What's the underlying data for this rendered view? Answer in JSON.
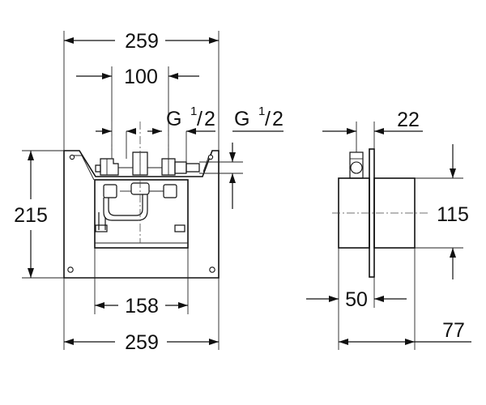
{
  "dimensions": {
    "top_width": "259",
    "inner_spacing": "100",
    "height": "215",
    "bottom_spacing": "158",
    "bottom_width": "259",
    "thread_left": {
      "main": "G",
      "num": "1",
      "slash": "/",
      "den": "2"
    },
    "thread_right": {
      "main": "G",
      "num": "1",
      "slash": "/",
      "den": "2"
    },
    "side_top": "22",
    "side_height": "115",
    "side_bottom_a": "50",
    "side_bottom_b": "77"
  }
}
